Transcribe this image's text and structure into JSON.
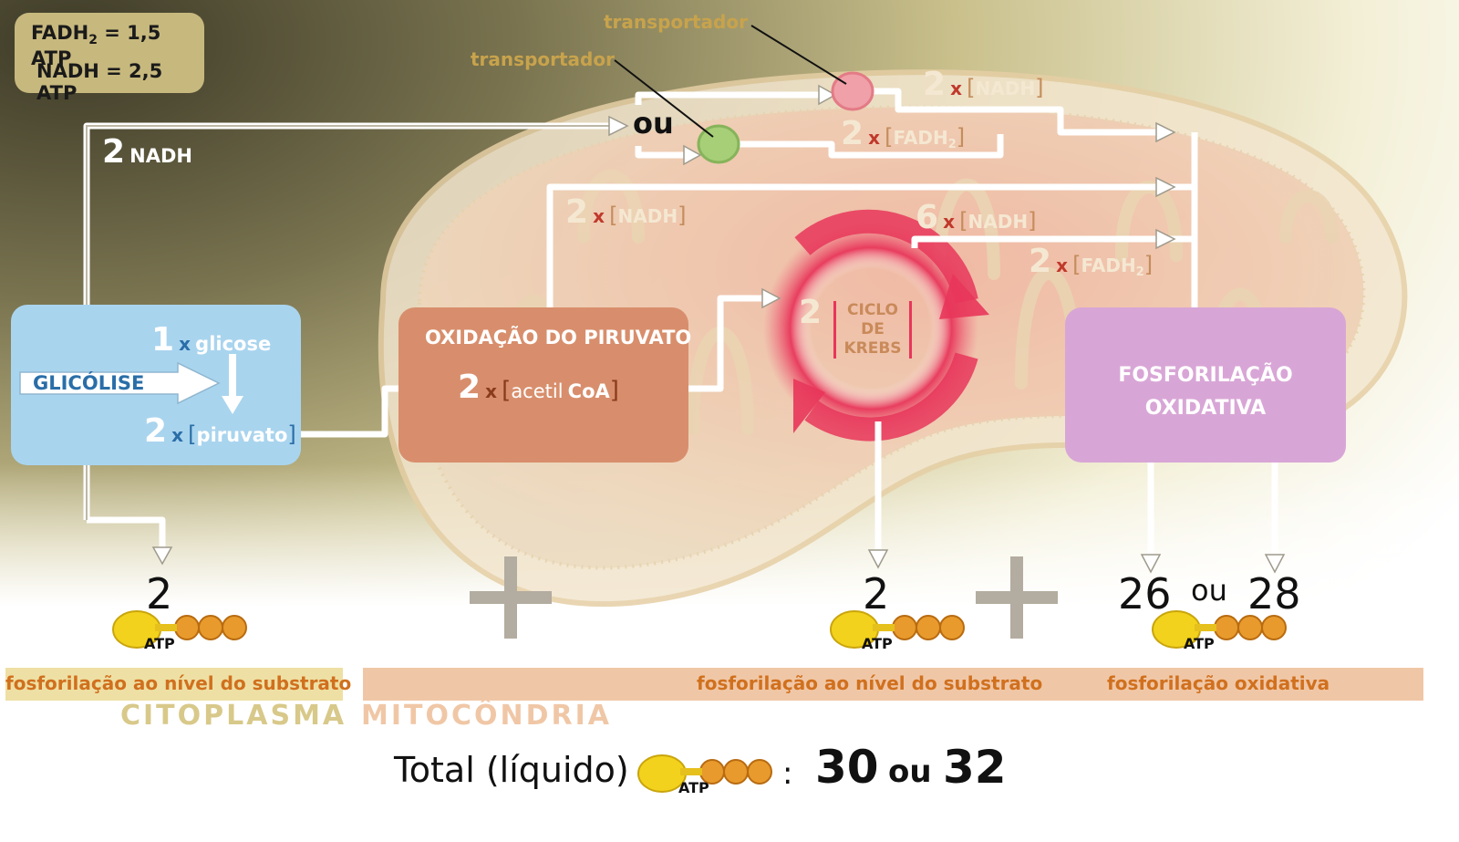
{
  "legend": {
    "fadh2_eq": "FADH",
    "fadh2_sub": "2",
    "fadh2_val": " = 1,5 ATP",
    "nadh_eq": "NADH = 2,5 ATP"
  },
  "transporters": {
    "top_label": "transportador",
    "mid_label": "transportador",
    "ou": "ou"
  },
  "cytosol_nadh": {
    "count": "2",
    "label": "NADH"
  },
  "glycolysis": {
    "label": "GLICÓLISE",
    "glucose_count": "1",
    "glucose_x": "x",
    "glucose_label": "glicose",
    "pyruvate_count": "2",
    "pyruvate_x": "x",
    "pyruvate_label": "piruvato"
  },
  "pyruvate_oxidation": {
    "title": "OXIDAÇÃO DO PIRUVATO",
    "count": "2",
    "x": "x",
    "acetil": "acetil",
    "coa": "CoA",
    "nadh_count": "2",
    "nadh_label": "NADH"
  },
  "krebs": {
    "count": "2",
    "line1": "CICLO",
    "line2": "DE",
    "line3": "KREBS",
    "nadh_count": "6",
    "nadh_label": "NADH",
    "fadh_count": "2",
    "fadh_label": "FADH",
    "fadh_sub": "2"
  },
  "shuttle": {
    "nadh_count": "2",
    "nadh_label": "NADH",
    "fadh_count": "2",
    "fadh_label": "FADH",
    "fadh_sub": "2"
  },
  "oxphos": {
    "line1": "FOSFORILAÇÃO",
    "line2": "OXIDATIVA"
  },
  "atp_yields": {
    "glycolysis": "2",
    "krebs": "2",
    "oxphos_a": "26",
    "oxphos_ou": "ou",
    "oxphos_b": "28",
    "atp_label": "ATP"
  },
  "bands": {
    "left": "fosforilação ao nível do substrato",
    "middle": "fosforilação ao nível do substrato",
    "right": "fosforilação oxidativa"
  },
  "regions": {
    "citoplasma": "CITOPLASMA",
    "mitocondria": "MITOCÔNDRIA"
  },
  "total": {
    "label": "Total (líquido)",
    "colon": ":",
    "a": "30",
    "ou": "ou",
    "b": "32",
    "atp_label": "ATP"
  },
  "colors": {
    "glycolysis_box": "#a9d4ee",
    "oxidation_box": "#d88e6c",
    "oxphos_box": "#d8a6d6",
    "krebs": "#e8365a",
    "transporter_red": "#f0a0a8",
    "transporter_green": "#a6cf78",
    "band_left": "#eee0a4",
    "band_right": "#f0c7a6"
  }
}
